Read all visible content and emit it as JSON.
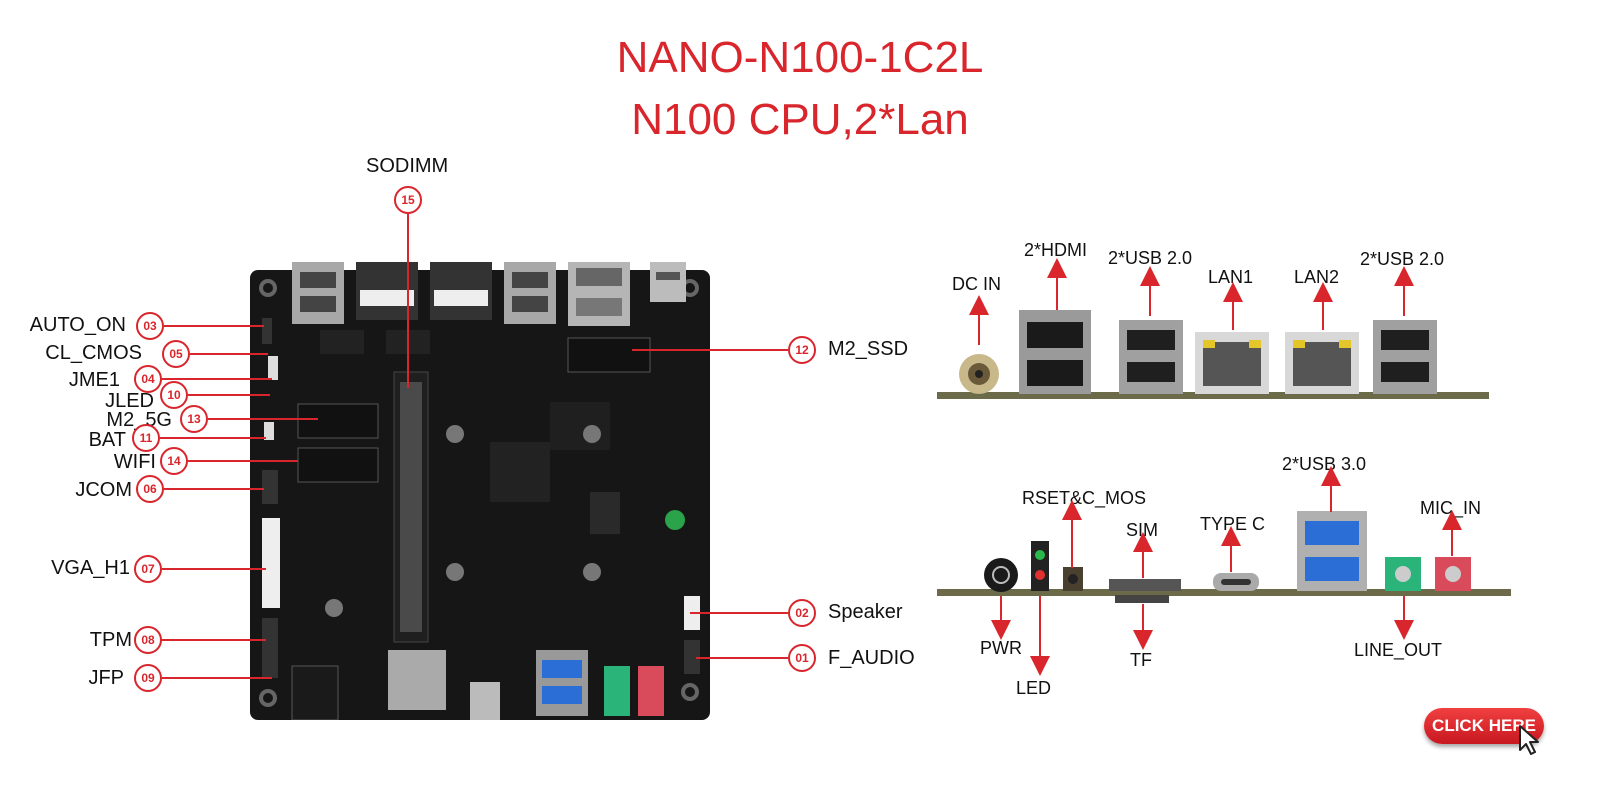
{
  "title": {
    "model": "NANO-N100-1C2L",
    "subtitle": "N100 CPU,2*Lan"
  },
  "callouts": [
    {
      "num": "01",
      "label": "F_AUDIO"
    },
    {
      "num": "02",
      "label": "Speaker"
    },
    {
      "num": "03",
      "label": "AUTO_ON"
    },
    {
      "num": "04",
      "label": "JME1"
    },
    {
      "num": "05",
      "label": "CL_CMOS"
    },
    {
      "num": "06",
      "label": "JCOM"
    },
    {
      "num": "07",
      "label": "VGA_H1"
    },
    {
      "num": "08",
      "label": "TPM"
    },
    {
      "num": "09",
      "label": "JFP"
    },
    {
      "num": "10",
      "label": "JLED"
    },
    {
      "num": "11",
      "label": "BAT"
    },
    {
      "num": "12",
      "label": "M2_SSD"
    },
    {
      "num": "13",
      "label": "M2_5G"
    },
    {
      "num": "14",
      "label": "WIFI"
    },
    {
      "num": "15",
      "label": "SODIMM"
    }
  ],
  "rear_io": [
    "DC IN",
    "2*HDMI",
    "2*USB 2.0",
    "LAN1",
    "LAN2",
    "2*USB 2.0"
  ],
  "front_io": {
    "top": [
      "RSET&C_MOS",
      "SIM",
      "TYPE C",
      "2*USB 3.0",
      "MIC_IN"
    ],
    "bottom": [
      "PWR",
      "LED",
      "TF",
      "LINE_OUT"
    ]
  },
  "click_here": "CLICK HERE",
  "colors": {
    "accent": "#d9262c",
    "board": "#161616",
    "usb3_blue": "#2b6fd6"
  }
}
